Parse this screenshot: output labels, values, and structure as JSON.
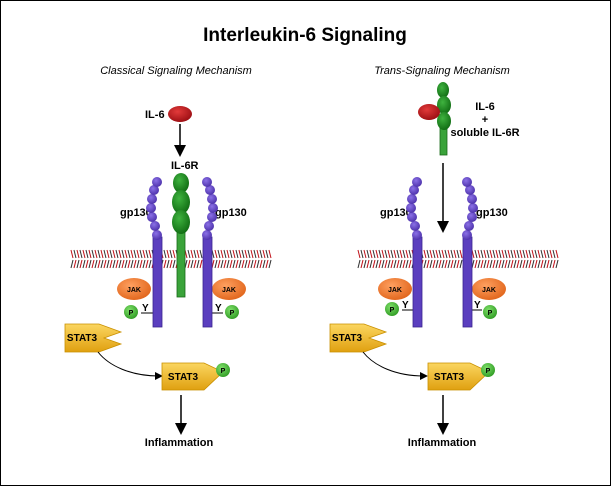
{
  "title": "Interleukin-6 Signaling",
  "left_panel": {
    "subtitle": "Classical Signaling Mechanism",
    "ligand_label": "IL-6",
    "receptor_label": "IL-6R",
    "gp130_left": "gp130",
    "gp130_right": "gp130",
    "jak_left": "JAK",
    "jak_right": "JAK",
    "p_left": "P",
    "p_right": "P",
    "y_left": "Y",
    "y_right": "Y",
    "stat3_unphos": "STAT3",
    "stat3_phos": "STAT3",
    "stat3_p": "P",
    "outcome": "Inflammation"
  },
  "right_panel": {
    "subtitle": "Trans-Signaling Mechanism",
    "ligand_line1": "IL-6",
    "ligand_line2": "+",
    "ligand_line3": "soluble IL-6R",
    "gp130_left": "gp130",
    "gp130_right": "gp130",
    "jak_left": "JAK",
    "jak_right": "JAK",
    "p_left": "P",
    "p_right": "P",
    "y_left": "Y",
    "y_right": "Y",
    "stat3_unphos": "STAT3",
    "stat3_phos": "STAT3",
    "stat3_p": "P",
    "outcome": "Inflammation"
  },
  "colors": {
    "il6": "#c0121a",
    "il6r": "#1a8a1a",
    "gp130": "#5b3fbf",
    "jak": "#f07a2a",
    "phosphate": "#4cbf3a",
    "stat3": "#f2b91c",
    "membrane_red": "#c0121a",
    "membrane_dark": "#333333"
  }
}
